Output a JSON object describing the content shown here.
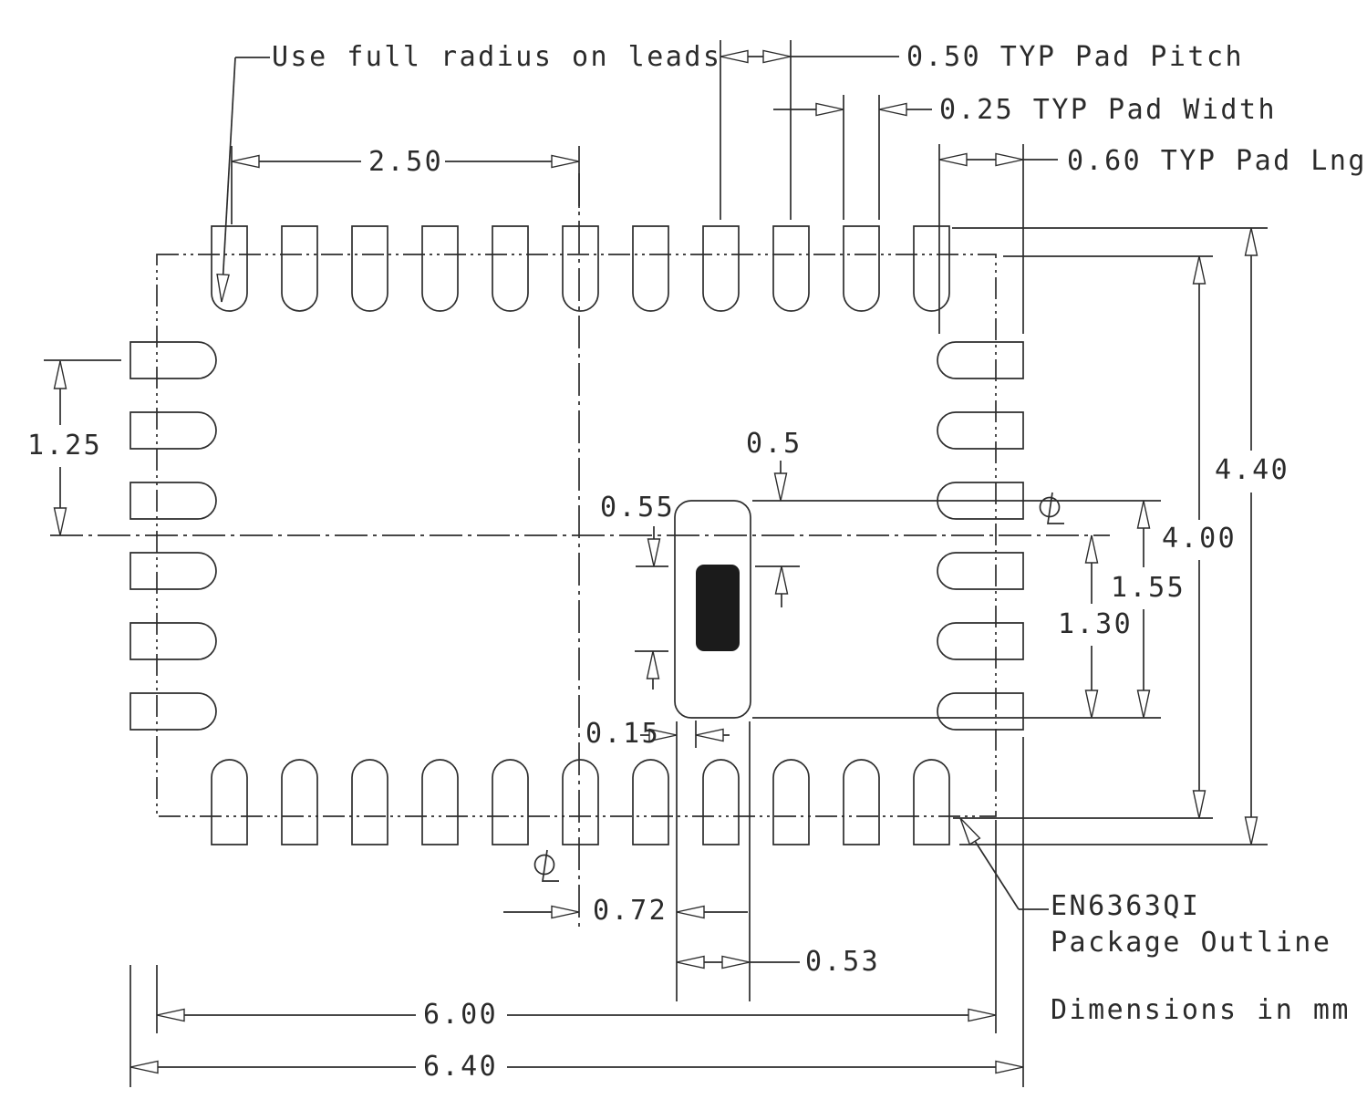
{
  "labels": {
    "lead_note": "Use full radius on leads",
    "pad_pitch": "0.50 TYP Pad Pitch",
    "pad_width": "0.25 TYP Pad Width",
    "pad_length": "0.60 TYP Pad Lng",
    "top_row_span": "2.50",
    "left_pad_to_centerline": "1.25",
    "overall_height": "4.40",
    "package_height": "4.00",
    "center_pad_height": "1.55",
    "center_pad_below_centerline": "1.30",
    "paste_top_offset": "0.5",
    "paste_opening_height": "0.55",
    "paste_left_offset": "0.15",
    "center_pad_offset": "0.72",
    "center_pad_width": "0.53",
    "package_width": "6.00",
    "overall_width": "6.40",
    "part_number": "EN6363QI",
    "part_caption": "Package Outline",
    "units_note": "Dimensions in mm"
  },
  "pads": {
    "top_count": 11,
    "bottom_count": 11,
    "left_count": 6,
    "right_count": 6,
    "center_paste_pads": 1,
    "center_via_pads": 1
  },
  "symbols": {
    "centerline_mark_count": 2
  },
  "colors": {
    "line": "#2d2d2d",
    "text": "#2b2b2b",
    "center_pad_fill": "#1b1b1b",
    "background": "#ffffff"
  }
}
